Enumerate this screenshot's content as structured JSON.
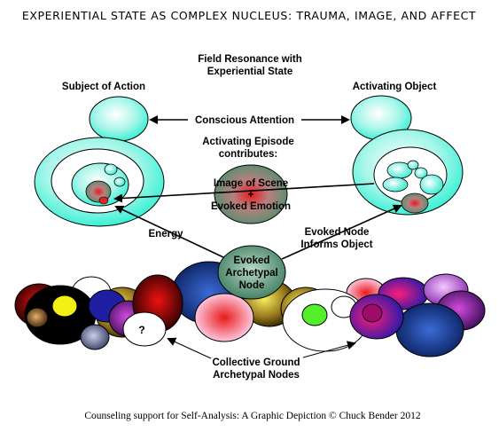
{
  "title": "EXPERIENTIAL STATE AS COMPLEX NUCLEUS: TRAUMA, IMAGE, AND AFFECT",
  "labels": {
    "field_resonance": [
      "Field Resonance with",
      "Experiential State"
    ],
    "subject_of_action": "Subject of Action",
    "activating_object": "Activating Object",
    "conscious_attention": "Conscious Attention",
    "activating_episode": [
      "Activating Episode",
      "contributes:"
    ],
    "image_of_scene": [
      "Image of Scene",
      "+",
      "Evoked Emotion"
    ],
    "energy": "Energy",
    "evoked_node_informs": [
      "Evoked Node",
      "Informs Object"
    ],
    "evoked_archetypal_node": [
      "Evoked",
      "Archetypal",
      "Node"
    ],
    "collective_ground": [
      "Collective Ground",
      "Archetypal Nodes"
    ],
    "unknown_node": "?"
  },
  "footer": "Counseling support for Self-Analysis: A Graphic Depiction © Chuck Bender 2012",
  "colors": {
    "aqua": "#26f0d2",
    "dark_green": "#3d7a5c",
    "red": "#e81b1b",
    "navy": "#0c2a8c",
    "black": "#000000"
  }
}
